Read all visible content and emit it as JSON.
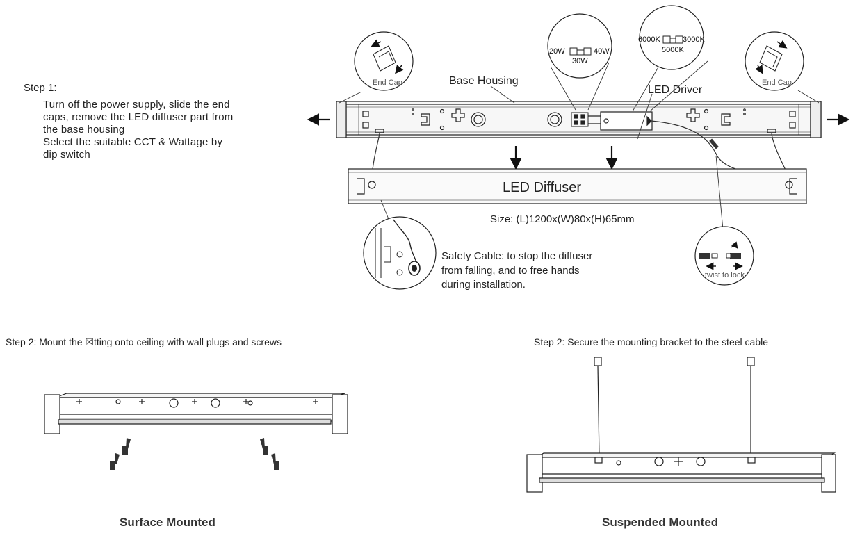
{
  "step1": {
    "title": "Step 1:",
    "lines": [
      "Turn off the power supply, slide the end",
      "caps, remove the LED diffuser part from",
      "the base housing",
      "Select the suitable CCT & Wattage by",
      "dip switch"
    ]
  },
  "labels": {
    "base_housing": "Base Housing",
    "led_driver": "LED Driver",
    "led_diffuser": "LED Diffuser",
    "end_cap_left": "End Cap",
    "end_cap_right": "End Cap",
    "size": "Size: (L)1200x(W)80x(H)65mm",
    "safety_lines": [
      "Safety Cable: to stop the diffuser",
      "from falling, and to free hands",
      "during installation."
    ],
    "twist_to_lock": "twist to lock"
  },
  "dip_switches": {
    "wattage": {
      "left": "20W",
      "right": "40W",
      "middle": "30W"
    },
    "cct": {
      "left": "6000K",
      "right": "3000K",
      "middle": "5000K"
    }
  },
  "step2": {
    "surface_instruction": "Step 2: Mount the ☒tting onto ceiling with wall plugs and screws",
    "suspended_instruction": "Step 2: Secure the mounting bracket to the steel cable",
    "surface_caption": "Surface Mounted",
    "suspended_caption": "Suspended Mounted"
  }
}
